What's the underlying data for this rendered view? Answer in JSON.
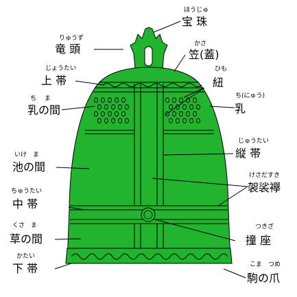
{
  "colors": {
    "bell_fill": "#22b42e",
    "outline": "#000000",
    "leader": "#000000",
    "background": "#ffffff"
  },
  "labels": {
    "houju": {
      "text": "宝 珠",
      "ruby": "ほうじゅ"
    },
    "ryuzu": {
      "text": "竜 頭",
      "ruby": "りゅうず"
    },
    "kasa": {
      "text": "笠(蓋)",
      "ruby": "かさ"
    },
    "himo": {
      "text": "紐",
      "ruby": "ひも"
    },
    "jotai": {
      "text": "上 帯",
      "ruby": "じょうたい"
    },
    "chinoma": {
      "text": "乳の間",
      "ruby": "ち　 ま"
    },
    "chi": {
      "text": "乳",
      "ruby": "ち(にゅう)"
    },
    "ikenoma": {
      "text": "池の間",
      "ruby": "いけ　ま"
    },
    "jutai": {
      "text": "縦 帯",
      "ruby": "じゅうたい"
    },
    "kesadasuki": {
      "text": "袈裟襷",
      "ruby": "けさだすき"
    },
    "chutai": {
      "text": "中 帯",
      "ruby": "ちゅうたい"
    },
    "tsukiza": {
      "text": "撞 座",
      "ruby": "つきざ"
    },
    "kusanoma": {
      "text": "草の間",
      "ruby": "くさ　ま"
    },
    "katai": {
      "text": "下 帯",
      "ruby": "かたい"
    },
    "komanotsume": {
      "text": "駒の爪",
      "ruby": "こま　つめ"
    }
  }
}
